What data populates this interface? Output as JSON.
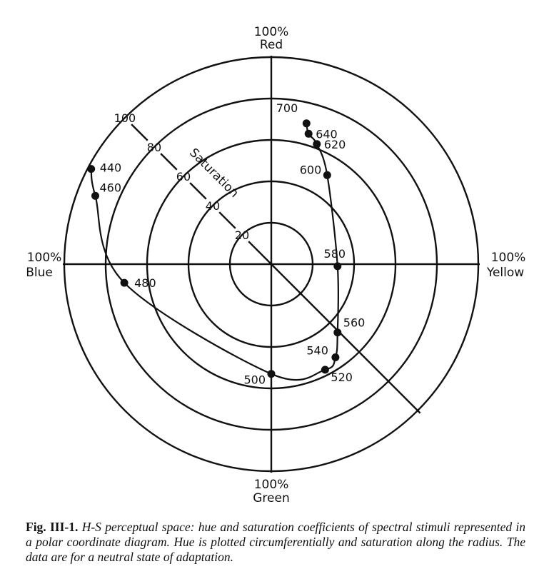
{
  "figure": {
    "axis_labels": {
      "red_pct": "100%",
      "red": "Red",
      "yellow_pct": "100%",
      "yellow": "Yellow",
      "green_pct": "100%",
      "green": "Green",
      "blue_pct": "100%",
      "blue": "Blue"
    },
    "saturation_label": "Saturation"
  },
  "chart_data": {
    "type": "scatter",
    "coordinate_system": "polar",
    "radial_ticks": [
      "20",
      "40",
      "60",
      "80",
      "100"
    ],
    "radial_range": [
      0,
      100
    ],
    "hue_axes": [
      {
        "name": "Red",
        "position": "top"
      },
      {
        "name": "Yellow",
        "position": "right"
      },
      {
        "name": "Green",
        "position": "bottom"
      },
      {
        "name": "Blue",
        "position": "left"
      }
    ],
    "points": [
      {
        "label": "700",
        "x": 17,
        "y": 68
      },
      {
        "label": "640",
        "x": 18,
        "y": 63
      },
      {
        "label": "620",
        "x": 22,
        "y": 58
      },
      {
        "label": "600",
        "x": 27,
        "y": 43
      },
      {
        "label": "580",
        "x": 32,
        "y": -1
      },
      {
        "label": "560",
        "x": 32,
        "y": -33
      },
      {
        "label": "540",
        "x": 31,
        "y": -45
      },
      {
        "label": "520",
        "x": 26,
        "y": -51
      },
      {
        "label": "500",
        "x": 0,
        "y": -53
      },
      {
        "label": "480",
        "x": -71,
        "y": -9
      },
      {
        "label": "460",
        "x": -85,
        "y": 33
      },
      {
        "label": "440",
        "x": -87,
        "y": 46
      }
    ]
  },
  "caption": {
    "label": "Fig. III-1.",
    "text": "H-S perceptual space: hue and saturation coefficients of spectral stimuli represented in a polar coordinate diagram. Hue is plotted circumferentially and saturation along the radius. The data are for a neutral state of adaptation."
  }
}
